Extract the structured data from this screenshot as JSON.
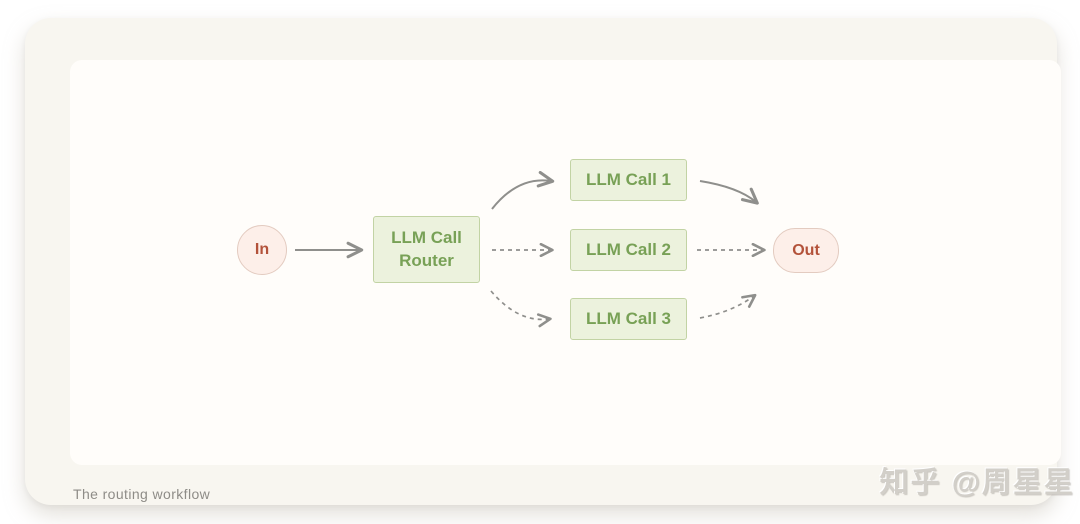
{
  "caption": "The routing workflow",
  "watermark": "知乎 @周星星",
  "colors": {
    "page_bg": "#ffffff",
    "card_bg": "#f8f6f0",
    "panel_bg": "#fffdfa",
    "green_fill": "#ecf2dd",
    "green_border": "#c2d3a4",
    "green_text": "#78a156",
    "pink_fill": "#fdefe9",
    "pink_border": "#e3cbc0",
    "pink_text": "#b3523a",
    "arrow": "#8f8f8c"
  },
  "diagram": {
    "nodes": {
      "in": {
        "label": "In"
      },
      "router": {
        "label": "LLM Call Router"
      },
      "call1": {
        "label": "LLM Call 1"
      },
      "call2": {
        "label": "LLM Call 2"
      },
      "call3": {
        "label": "LLM Call 3"
      },
      "out": {
        "label": "Out"
      }
    },
    "edges": [
      {
        "from": "in",
        "to": "router",
        "style": "solid"
      },
      {
        "from": "router",
        "to": "call1",
        "style": "solid"
      },
      {
        "from": "router",
        "to": "call2",
        "style": "dashed"
      },
      {
        "from": "router",
        "to": "call3",
        "style": "dashed"
      },
      {
        "from": "call1",
        "to": "out",
        "style": "solid"
      },
      {
        "from": "call2",
        "to": "out",
        "style": "dashed"
      },
      {
        "from": "call3",
        "to": "out",
        "style": "dashed"
      }
    ]
  }
}
